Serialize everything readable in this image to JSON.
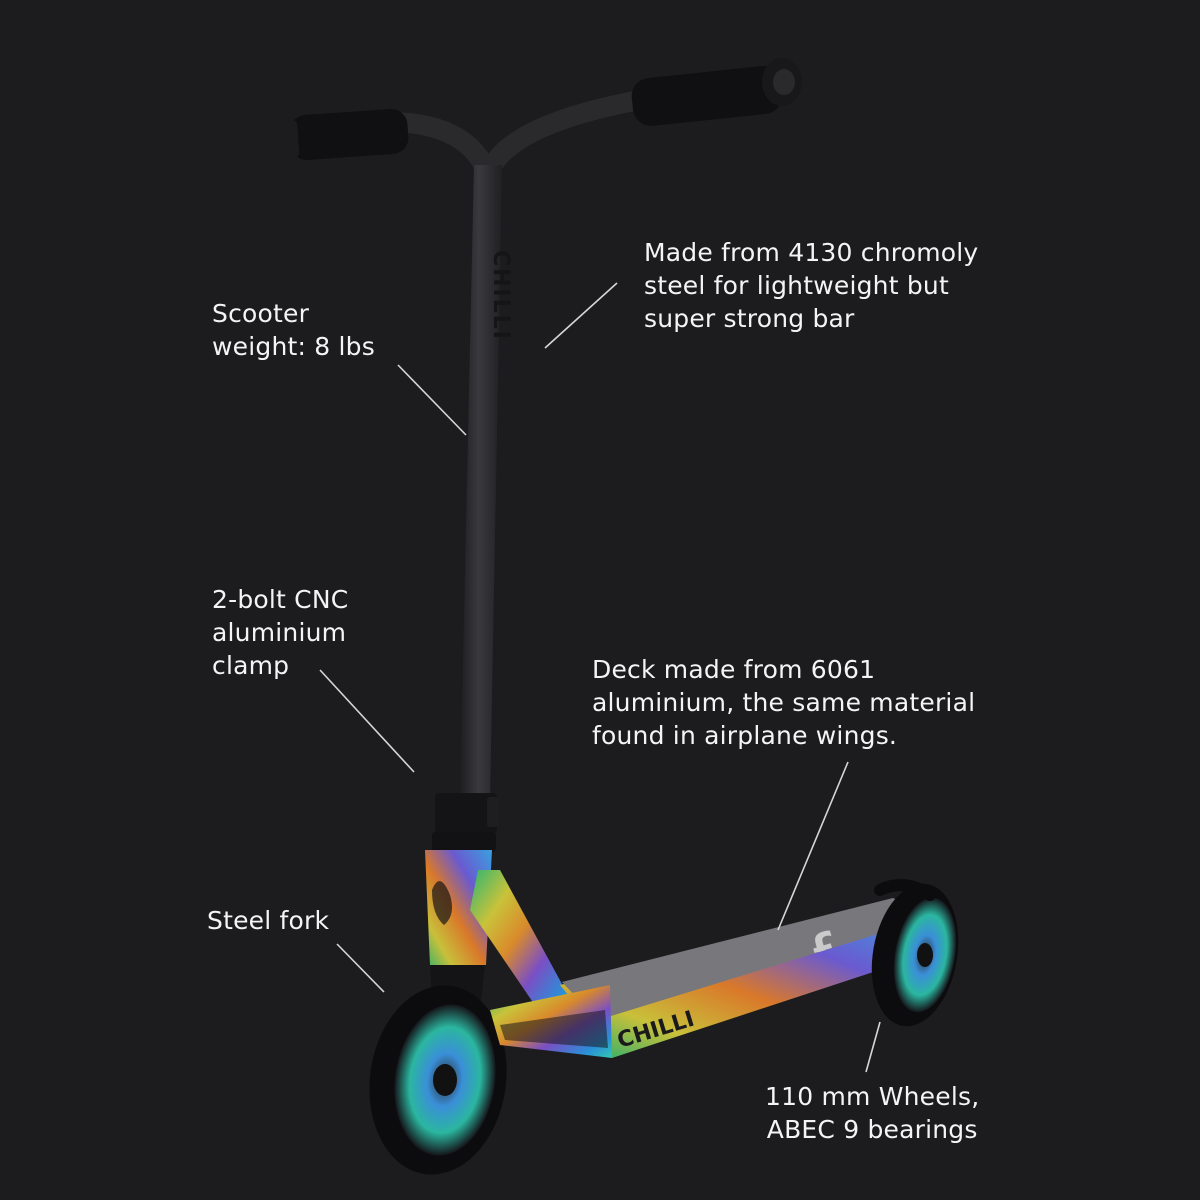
{
  "callouts": {
    "weight": "Scooter\nweight: 8 lbs",
    "bar": "Made from 4130 chromoly\nsteel for lightweight but\nsuper strong bar",
    "clamp": "2-bolt CNC\naluminium\nclamp",
    "deck": "Deck made from 6061\naluminium, the same material\nfound in airplane wings.",
    "fork": "Steel fork",
    "wheels": "110 mm Wheels,\nABEC 9 bearings"
  },
  "colors": {
    "background": "#1c1c1f",
    "bar": "#2a2a2d",
    "grip": "#101012",
    "text": "#f4f4f4",
    "leader": "#d6d6d6"
  },
  "icons": {
    "product": "stunt-scooter-illustration"
  }
}
